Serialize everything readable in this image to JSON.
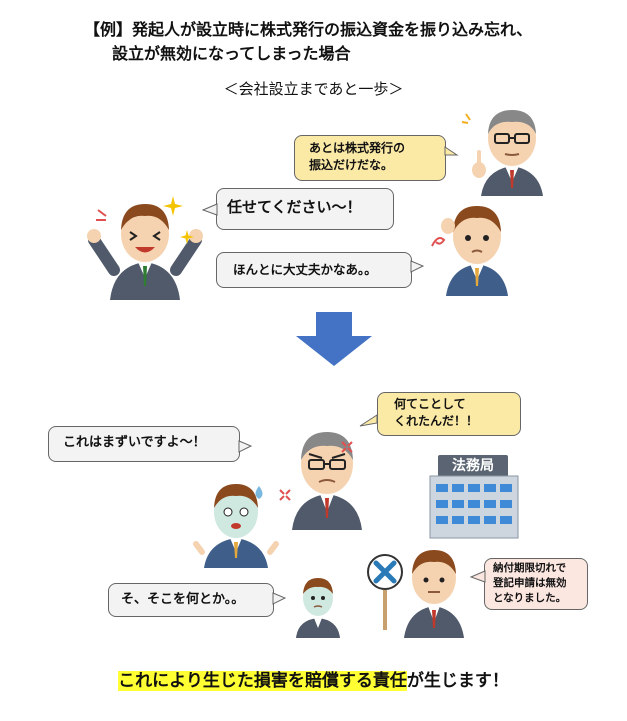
{
  "title": {
    "line1": "【例】発起人が設立時に株式発行の振込資金を振り込み忘れ、",
    "line2": "設立が無効になってしまった場合"
  },
  "subtitle": "＜会社設立まであと一歩＞",
  "scene1": {
    "boss_speech": "あとは株式発行の\n振込だけだな。",
    "promoter_speech": "任せてください～！",
    "worker_speech": "ほんとに大丈夫かなあ。。"
  },
  "scene2": {
    "boss_speech": "何てことして\nくれたんだ！！",
    "worker_speech": "これはまずいですよ～！",
    "promoter_speech": "そ、そこを何とか。。",
    "clerk_speech": "納付期限切れで\n登記申請は無効\nとなりました。",
    "building_sign": "法務局"
  },
  "closing": {
    "highlight": "これにより生じた損害を賠償する責任",
    "rest": "が生じます！"
  },
  "colors": {
    "arrow": "#4472c4",
    "highlight": "#ffff33",
    "bubble_yellow": "#fbe9a6",
    "bubble_white": "#f3f3f3",
    "bubble_peach": "#fbe6e0"
  }
}
